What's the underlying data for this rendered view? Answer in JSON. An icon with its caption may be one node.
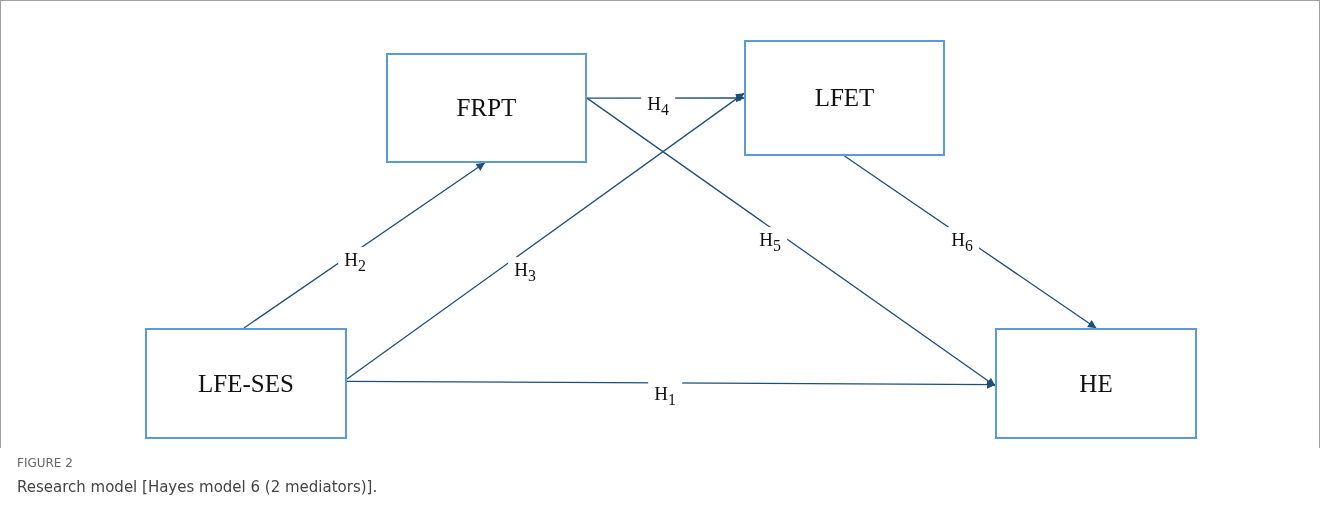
{
  "diagram": {
    "caption": "Research model [Hayes model 6 (2 mediators)].",
    "nodes": [
      {
        "text": [
          "FRPT"
        ]
      },
      {
        "text": [
          "LFET"
        ]
      },
      {
        "text": [
          "LFE-SES"
        ]
      },
      {
        "text": [
          "HE"
        ]
      }
    ],
    "edges": [
      {
        "from": 2,
        "to": 3,
        "arrow": "to",
        "label": "H$_{1}$"
      },
      {
        "from": 2,
        "to": 0,
        "arrow": "to",
        "label": "H$_{2}$"
      },
      {
        "from": 2,
        "to": 1,
        "arrow": "to",
        "label": "H$_{3}$"
      },
      {
        "from": 0,
        "to": 1,
        "arrow": "to",
        "label": "H$_{4}$"
      },
      {
        "from": 0,
        "to": 3,
        "arrow": "to",
        "label": "H$_{5}$"
      },
      {
        "from": 1,
        "to": 3,
        "arrow": "to",
        "label": "H$_{6}$"
      }
    ],
    "labels": [
      "FIGURE 2"
    ]
  }
}
